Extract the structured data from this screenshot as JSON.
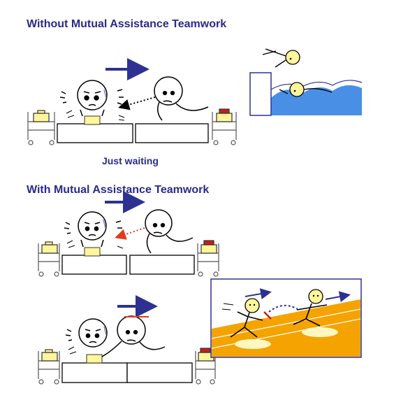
{
  "headings": {
    "without": "Without Mutual Assistance Teamwork",
    "with": "With Mutual Assistance Teamwork"
  },
  "captions": {
    "waiting": "Just waiting"
  },
  "colors": {
    "heading": "#2a2a8c",
    "arrow_blue": "#2e3192",
    "arrow_red": "#e03a1e",
    "water": "#4a8fe6",
    "track": "#f5a300",
    "box_yellow": "#fff59a",
    "box_red": "#cc1b1b"
  },
  "icons": {
    "worker": "stick-figure",
    "cart": "material-cart",
    "box": "part-box"
  }
}
